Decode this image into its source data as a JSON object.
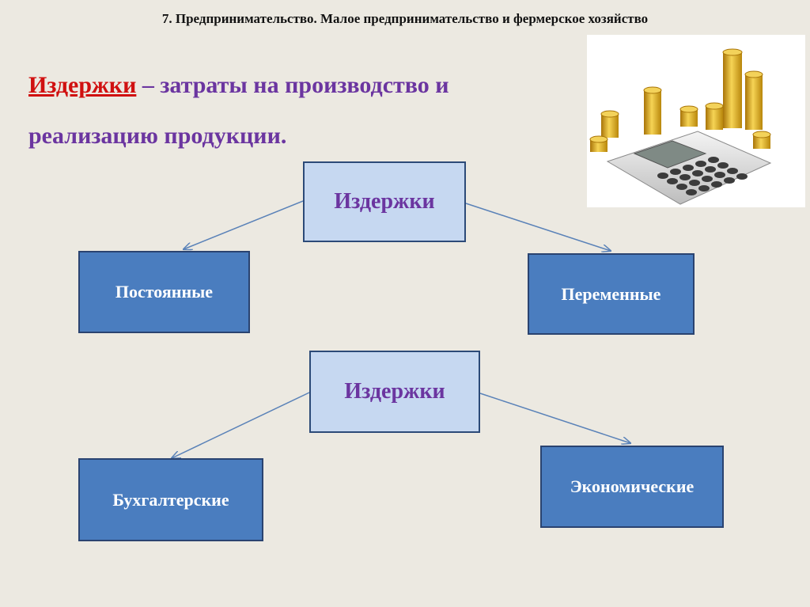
{
  "slide": {
    "title": "7. Предпринимательство. Малое предпринимательство и фермерское хозяйство"
  },
  "definition": {
    "term": "Издержки",
    "line1_rest": " – затраты на производство и",
    "line2": "реализацию продукции."
  },
  "diagram1": {
    "root": "Издержки",
    "left": "Постоянные",
    "right": "Переменные"
  },
  "diagram2": {
    "root": "Издержки",
    "left": "Бухгалтерские",
    "right": "Экономические"
  },
  "colors": {
    "background": "#ece9e1",
    "light_box": "#c6d8f1",
    "dark_box": "#4a7dbf",
    "definition_text": "#6b35a0",
    "term_text": "#d01010",
    "connector": "#5a82b8"
  },
  "image": {
    "icon": "coins-and-calculator-icon"
  }
}
